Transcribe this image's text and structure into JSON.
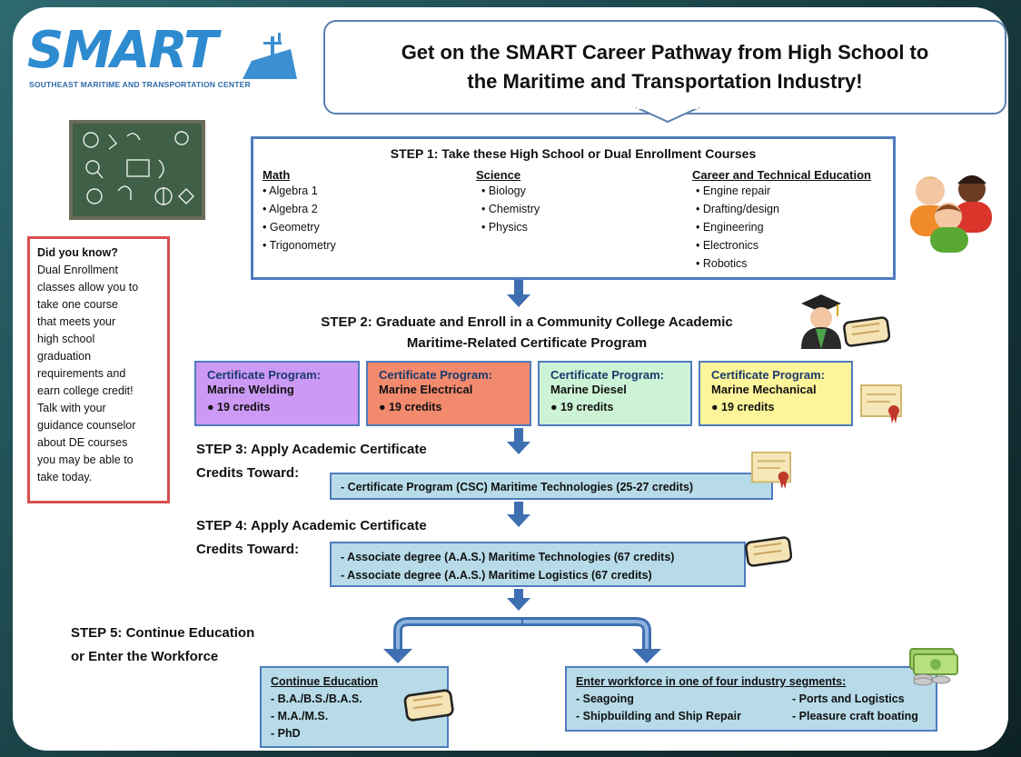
{
  "logo": {
    "name": "SMART",
    "subtitle": "SOUTHEAST MARITIME AND TRANSPORTATION CENTER"
  },
  "title": {
    "line1": "Get on the SMART Career Pathway from High School to",
    "line2": "the Maritime and Transportation Industry!"
  },
  "sidebar": {
    "heading": "Did you know?",
    "lines": [
      "Dual Enrollment",
      "classes allow you to",
      "take one course",
      "that meets your",
      "high school",
      "graduation",
      "requirements and",
      "earn college credit!",
      "Talk with your",
      "guidance counselor",
      "about DE courses",
      "you may be able to",
      "take today."
    ]
  },
  "step1": {
    "title": "STEP 1: Take these High School or Dual Enrollment Courses",
    "math": {
      "heading": "Math",
      "items": [
        "• Algebra 1",
        "• Algebra 2",
        "• Geometry",
        "• Trigonometry"
      ]
    },
    "science": {
      "heading": "Science",
      "items": [
        "• Biology",
        "• Chemistry",
        "• Physics"
      ]
    },
    "cte": {
      "heading": "Career and Technical Education",
      "items": [
        "• Engine repair",
        "• Drafting/design",
        "• Engineering",
        "• Electronics",
        "• Robotics"
      ]
    }
  },
  "step2": {
    "line1": "STEP 2:  Graduate and Enroll in a Community College Academic",
    "line2": "Maritime-Related Certificate Program"
  },
  "certs": [
    {
      "label": "Certificate Program:",
      "name": "Marine Welding",
      "credits": "●  19 credits",
      "color": "#cc99f5"
    },
    {
      "label": "Certificate Program:",
      "name": "Marine Electrical",
      "credits": "●  19 credits",
      "color": "#f28a6e"
    },
    {
      "label": "Certificate Program:",
      "name": "Marine Diesel",
      "credits": "●  19 credits",
      "color": "#cdf3d6"
    },
    {
      "label": "Certificate Program:",
      "name": "Marine Mechanical",
      "credits": "● 19 credits",
      "color": "#fdf59a"
    }
  ],
  "step3": {
    "line1": "STEP 3: Apply Academic Certificate",
    "line2": "Credits Toward:",
    "box": "- Certificate Program (CSC) Maritime Technologies (25-27 credits)"
  },
  "step4": {
    "line1": "STEP 4: Apply Academic Certificate",
    "line2": "Credits Toward:",
    "box1": "- Associate degree (A.A.S.) Maritime Technologies (67 credits)",
    "box2": "- Associate degree (A.A.S.) Maritime Logistics (67 credits)"
  },
  "step5": {
    "line1": "STEP 5: Continue Education",
    "line2": "or Enter the Workforce"
  },
  "continue_ed": {
    "heading": "Continue Education",
    "items": [
      "- B.A./B.S./B.A.S.",
      "- M.A./M.S.",
      "- PhD"
    ]
  },
  "workforce": {
    "heading": "Enter workforce in one of four industry segments:",
    "left": [
      "- Seagoing",
      "- Shipbuilding and Ship Repair"
    ],
    "right": [
      "- Ports and Logistics",
      "- Pleasure craft boating"
    ]
  },
  "colors": {
    "accent": "#4f7bbf",
    "arrow": "#3e6fb1",
    "sidebar_border": "#d94e4e",
    "blue_box": "#b7dbe8",
    "chalkboard": "#3f5f46"
  }
}
